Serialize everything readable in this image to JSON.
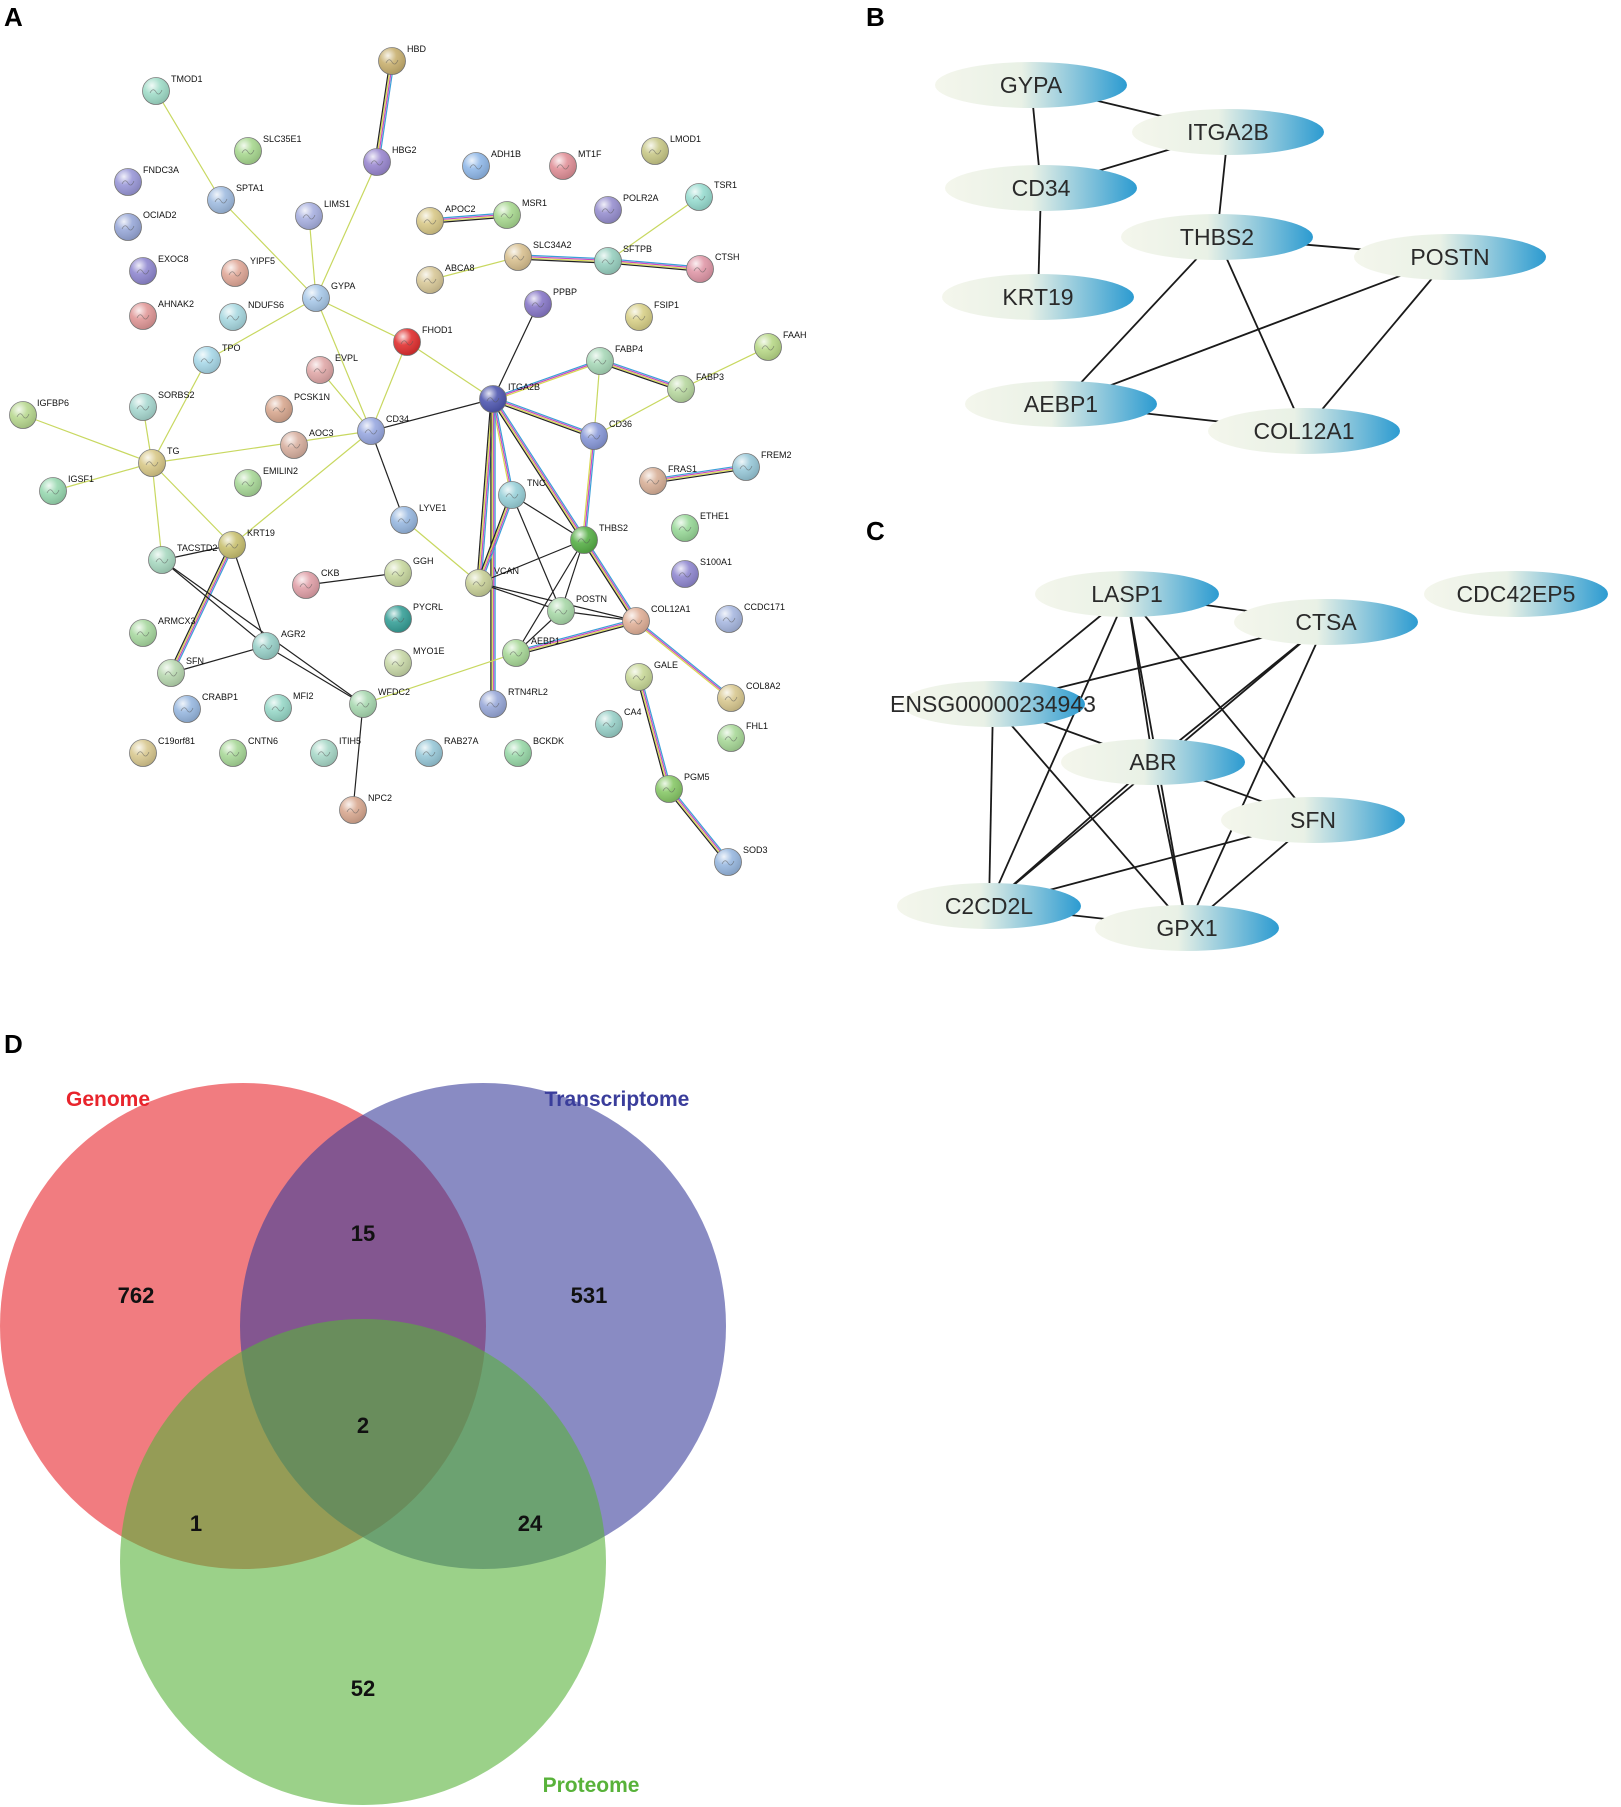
{
  "panels": {
    "a": "A",
    "b": "B",
    "c": "C",
    "d": "D"
  },
  "network_a": {
    "nodes": [
      {
        "id": "HBD",
        "c": "#c8b070"
      },
      {
        "id": "TMOD1",
        "c": "#a0dcc8"
      },
      {
        "id": "SLC35E1",
        "c": "#a8d890"
      },
      {
        "id": "FNDC3A",
        "c": "#9a98d8"
      },
      {
        "id": "HBG2",
        "c": "#9a88d0"
      },
      {
        "id": "ADH1B",
        "c": "#90b8e8"
      },
      {
        "id": "MT1F",
        "c": "#e09098"
      },
      {
        "id": "LMOD1",
        "c": "#c8c888"
      },
      {
        "id": "OCIAD2",
        "c": "#98a8d8"
      },
      {
        "id": "SPTA1",
        "c": "#a0bce0"
      },
      {
        "id": "LIMS1",
        "c": "#a8b0e0"
      },
      {
        "id": "MSR1",
        "c": "#a8d890"
      },
      {
        "id": "POLR2A",
        "c": "#9890d0"
      },
      {
        "id": "TSR1",
        "c": "#98dcd0"
      },
      {
        "id": "APOC2",
        "c": "#d8c888"
      },
      {
        "id": "EXOC8",
        "c": "#9088d0"
      },
      {
        "id": "YIPF5",
        "c": "#e0a898"
      },
      {
        "id": "SLC34A2",
        "c": "#d8c090"
      },
      {
        "id": "SFTPB",
        "c": "#98d0c0"
      },
      {
        "id": "CTSH",
        "c": "#e098a8"
      },
      {
        "id": "ABCA8",
        "c": "#d8c898"
      },
      {
        "id": "GYPA",
        "c": "#a8c8e8"
      },
      {
        "id": "AHNAK2",
        "c": "#e09898"
      },
      {
        "id": "NDUFS6",
        "c": "#a8d8e0"
      },
      {
        "id": "PPBP",
        "c": "#8878c8"
      },
      {
        "id": "FSIP1",
        "c": "#d8d088"
      },
      {
        "id": "FHOD1",
        "c": "#e03030"
      },
      {
        "id": "TPO",
        "c": "#a8d8e8"
      },
      {
        "id": "FAAH",
        "c": "#b8d888"
      },
      {
        "id": "EVPL",
        "c": "#e0a8a8"
      },
      {
        "id": "FABP4",
        "c": "#a8d8b8"
      },
      {
        "id": "IGFBP6",
        "c": "#b8d890"
      },
      {
        "id": "SORBS2",
        "c": "#a8d8d0"
      },
      {
        "id": "PCSK1N",
        "c": "#d8a890"
      },
      {
        "id": "FABP3",
        "c": "#b8d8a0"
      },
      {
        "id": "ITGA2B",
        "c": "#5058b0"
      },
      {
        "id": "CD34",
        "c": "#98a8e0"
      },
      {
        "id": "AOC3",
        "c": "#d8b0a0"
      },
      {
        "id": "CD36",
        "c": "#8898d8"
      },
      {
        "id": "TG",
        "c": "#d8c888"
      },
      {
        "id": "FREM2",
        "c": "#98c8d8"
      },
      {
        "id": "FRAS1",
        "c": "#d8b098"
      },
      {
        "id": "IGSF1",
        "c": "#98d8b0"
      },
      {
        "id": "EMILIN2",
        "c": "#a8d898"
      },
      {
        "id": "TNC",
        "c": "#98d0d8"
      },
      {
        "id": "LYVE1",
        "c": "#98b8e0"
      },
      {
        "id": "ETHE1",
        "c": "#98d898"
      },
      {
        "id": "THBS2",
        "c": "#58b048"
      },
      {
        "id": "KRT19",
        "c": "#c8c070"
      },
      {
        "id": "TACSTD2",
        "c": "#a8d8c0"
      },
      {
        "id": "CKB",
        "c": "#e0a0a8"
      },
      {
        "id": "GGH",
        "c": "#c8d8a0"
      },
      {
        "id": "S100A1",
        "c": "#9088d0"
      },
      {
        "id": "VCAN",
        "c": "#c8d098"
      },
      {
        "id": "POSTN",
        "c": "#a8d8a8"
      },
      {
        "id": "COL12A1",
        "c": "#e0b098"
      },
      {
        "id": "CCDC171",
        "c": "#a8b8e0"
      },
      {
        "id": "PYCRL",
        "c": "#38a098"
      },
      {
        "id": "ARMCX3",
        "c": "#a8d8a0"
      },
      {
        "id": "AGR2",
        "c": "#98d0c8"
      },
      {
        "id": "AEBP1",
        "c": "#a8d898"
      },
      {
        "id": "MYO1E",
        "c": "#c8d8a8"
      },
      {
        "id": "GALE",
        "c": "#c8d898"
      },
      {
        "id": "SFN",
        "c": "#b8d8b0"
      },
      {
        "id": "COL8A2",
        "c": "#d8c890"
      },
      {
        "id": "CRABP1",
        "c": "#98b8e0"
      },
      {
        "id": "MFI2",
        "c": "#98d8c8"
      },
      {
        "id": "WFDC2",
        "c": "#a8d8b0"
      },
      {
        "id": "RTN4RL2",
        "c": "#98a8d8"
      },
      {
        "id": "CA4",
        "c": "#98d0c8"
      },
      {
        "id": "FHL1",
        "c": "#a8d898"
      },
      {
        "id": "C19orf81",
        "c": "#d8c890"
      },
      {
        "id": "CNTN6",
        "c": "#a8d898"
      },
      {
        "id": "ITIH5",
        "c": "#a8d8c8"
      },
      {
        "id": "RAB27A",
        "c": "#98c8d8"
      },
      {
        "id": "BCKDK",
        "c": "#98d8a8"
      },
      {
        "id": "PGM5",
        "c": "#88c868"
      },
      {
        "id": "NPC2",
        "c": "#d8a890"
      },
      {
        "id": "SOD3",
        "c": "#98b8e0"
      }
    ],
    "edges": [
      [
        "HBD",
        "HBG2",
        "m"
      ],
      [
        "HBG2",
        "GYPA",
        "y"
      ],
      [
        "TMOD1",
        "SPTA1",
        "y"
      ],
      [
        "SPTA1",
        "GYPA",
        "y"
      ],
      [
        "LIMS1",
        "GYPA",
        "y"
      ],
      [
        "GYPA",
        "TPO",
        "y"
      ],
      [
        "GYPA",
        "CD34",
        "y"
      ],
      [
        "GYPA",
        "FHOD1",
        "y"
      ],
      [
        "TPO",
        "TG",
        "y"
      ],
      [
        "TG",
        "IGFBP6",
        "y"
      ],
      [
        "TG",
        "IGSF1",
        "y"
      ],
      [
        "TG",
        "TACSTD2",
        "y"
      ],
      [
        "TG",
        "KRT19",
        "y"
      ],
      [
        "TG",
        "CD34",
        "y"
      ],
      [
        "TG",
        "SORBS2",
        "y"
      ],
      [
        "EVPL",
        "CD34",
        "y"
      ],
      [
        "CD34",
        "ITGA2B",
        "k"
      ],
      [
        "CD34",
        "KRT19",
        "y"
      ],
      [
        "CD34",
        "LYVE1",
        "k"
      ],
      [
        "CD34",
        "FHOD1",
        "y"
      ],
      [
        "FHOD1",
        "ITGA2B",
        "y"
      ],
      [
        "PPBP",
        "ITGA2B",
        "k"
      ],
      [
        "ITGA2B",
        "FABP4",
        "b"
      ],
      [
        "ITGA2B",
        "TNC",
        "b"
      ],
      [
        "ITGA2B",
        "VCAN",
        "m"
      ],
      [
        "ITGA2B",
        "THBS2",
        "m"
      ],
      [
        "ITGA2B",
        "CD36",
        "m"
      ],
      [
        "ITGA2B",
        "RTN4RL2",
        "m"
      ],
      [
        "FABP4",
        "FABP3",
        "m"
      ],
      [
        "FABP4",
        "CD36",
        "y"
      ],
      [
        "CD36",
        "FABP3",
        "y"
      ],
      [
        "FABP3",
        "FAAH",
        "y"
      ],
      [
        "CD36",
        "THBS2",
        "b"
      ],
      [
        "APOC2",
        "MSR1",
        "m"
      ],
      [
        "SLC34A2",
        "SFTPB",
        "m"
      ],
      [
        "SFTPB",
        "CTSH",
        "m"
      ],
      [
        "ABCA8",
        "SLC34A2",
        "y"
      ],
      [
        "SFTPB",
        "TSR1",
        "y"
      ],
      [
        "FRAS1",
        "FREM2",
        "m"
      ],
      [
        "TNC",
        "VCAN",
        "m"
      ],
      [
        "TNC",
        "THBS2",
        "k"
      ],
      [
        "TNC",
        "POSTN",
        "k"
      ],
      [
        "THBS2",
        "POSTN",
        "k"
      ],
      [
        "THBS2",
        "AEBP1",
        "k"
      ],
      [
        "THBS2",
        "COL12A1",
        "m"
      ],
      [
        "THBS2",
        "VCAN",
        "k"
      ],
      [
        "POSTN",
        "COL12A1",
        "k"
      ],
      [
        "POSTN",
        "VCAN",
        "k"
      ],
      [
        "POSTN",
        "AEBP1",
        "k"
      ],
      [
        "AEBP1",
        "COL12A1",
        "m"
      ],
      [
        "VCAN",
        "COL12A1",
        "k"
      ],
      [
        "LYVE1",
        "VCAN",
        "y"
      ],
      [
        "COL12A1",
        "COL8A2",
        "b"
      ],
      [
        "GALE",
        "PGM5",
        "m"
      ],
      [
        "PGM5",
        "SOD3",
        "m"
      ],
      [
        "TACSTD2",
        "KRT19",
        "k"
      ],
      [
        "KRT19",
        "SFN",
        "m"
      ],
      [
        "KRT19",
        "AGR2",
        "k"
      ],
      [
        "TACSTD2",
        "AGR2",
        "k"
      ],
      [
        "AGR2",
        "SFN",
        "k"
      ],
      [
        "AGR2",
        "WFDC2",
        "k"
      ],
      [
        "TACSTD2",
        "WFDC2",
        "k"
      ],
      [
        "WFDC2",
        "NPC2",
        "k"
      ],
      [
        "WFDC2",
        "AEBP1",
        "y"
      ],
      [
        "CKB",
        "GGH",
        "k"
      ]
    ]
  },
  "network_b": {
    "nodes": [
      {
        "label": "GYPA"
      },
      {
        "label": "ITGA2B"
      },
      {
        "label": "CD34"
      },
      {
        "label": "THBS2"
      },
      {
        "label": "POSTN"
      },
      {
        "label": "KRT19"
      },
      {
        "label": "AEBP1"
      },
      {
        "label": "COL12A1"
      }
    ],
    "edges": [
      [
        0,
        1
      ],
      [
        0,
        2
      ],
      [
        2,
        1
      ],
      [
        1,
        3
      ],
      [
        2,
        5
      ],
      [
        3,
        4
      ],
      [
        3,
        6
      ],
      [
        3,
        7
      ],
      [
        4,
        6
      ],
      [
        4,
        7
      ],
      [
        6,
        7
      ]
    ]
  },
  "network_c": {
    "nodes": [
      {
        "label": "LASP1"
      },
      {
        "label": "CTSA"
      },
      {
        "label": "CDC42EP5"
      },
      {
        "label": "ENSG00000234943"
      },
      {
        "label": "ABR"
      },
      {
        "label": "SFN"
      },
      {
        "label": "C2CD2L"
      },
      {
        "label": "GPX1"
      }
    ],
    "edges": [
      [
        0,
        1
      ],
      [
        0,
        3
      ],
      [
        0,
        4
      ],
      [
        0,
        5
      ],
      [
        0,
        6
      ],
      [
        0,
        7
      ],
      [
        1,
        3
      ],
      [
        1,
        4
      ],
      [
        1,
        6
      ],
      [
        1,
        7
      ],
      [
        3,
        4
      ],
      [
        3,
        6
      ],
      [
        3,
        7
      ],
      [
        4,
        5
      ],
      [
        4,
        6
      ],
      [
        4,
        7
      ],
      [
        5,
        6
      ],
      [
        5,
        7
      ],
      [
        6,
        7
      ]
    ]
  },
  "venn": {
    "sets": [
      {
        "name": "Genome",
        "color": "#e8242c"
      },
      {
        "name": "Transcriptome",
        "color": "#3a3d9b"
      },
      {
        "name": "Proteome",
        "color": "#58b23a"
      }
    ],
    "counts": {
      "genome_only": "762",
      "transcriptome_only": "531",
      "proteome_only": "52",
      "genome_transcriptome": "15",
      "genome_proteome": "1",
      "transcriptome_proteome": "24",
      "all": "2"
    }
  }
}
